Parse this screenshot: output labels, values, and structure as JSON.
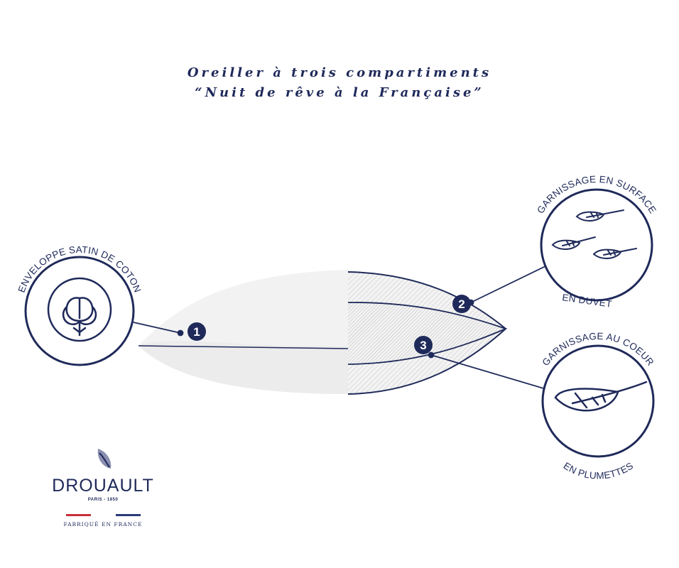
{
  "title": {
    "line1": "Oreiller à trois compartiments",
    "line2": "“Nuit de rêve à la Française”"
  },
  "labels": {
    "envelope": "ENVELOPPE SATIN DE COTON",
    "surface_top": "GARNISSAGE EN SURFACE",
    "surface_bottom": "EN DUVET",
    "core_top": "GARNISSAGE AU COEUR",
    "core_bottom": "EN PLUMETTES"
  },
  "markers": [
    "1",
    "2",
    "3"
  ],
  "logo": {
    "brand": "DROUAULT",
    "tagline": "PARIS - 1850",
    "made_in": "FABRIQUÉ EN FRANCE"
  },
  "colors": {
    "navy": "#1f2a5a",
    "red": "#c8303a",
    "blue": "#2a3a78"
  }
}
